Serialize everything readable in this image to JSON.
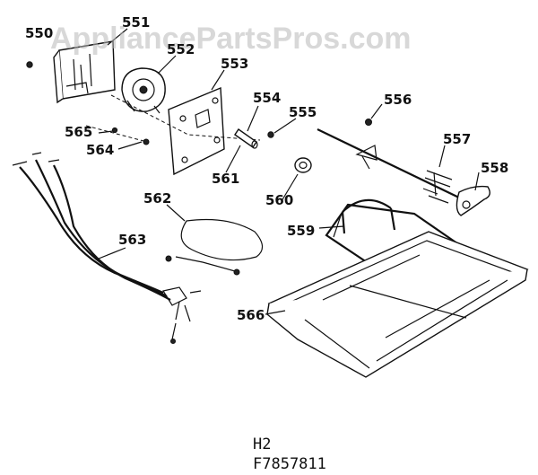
{
  "watermark": "AppliancePartsPros.com",
  "labels": {
    "p550": "550",
    "p551": "551",
    "p552": "552",
    "p553": "553",
    "p554": "554",
    "p555": "555",
    "p556": "556",
    "p557": "557",
    "p558": "558",
    "p559": "559",
    "p560": "560",
    "p561": "561",
    "p562": "562",
    "p563": "563",
    "p564": "564",
    "p565": "565",
    "p566": "566"
  },
  "footer": {
    "line1": "H2",
    "line2": "F7857811"
  },
  "colors": {
    "ink": "#111111",
    "watermark": "#b8b8b8",
    "background": "#ffffff"
  }
}
